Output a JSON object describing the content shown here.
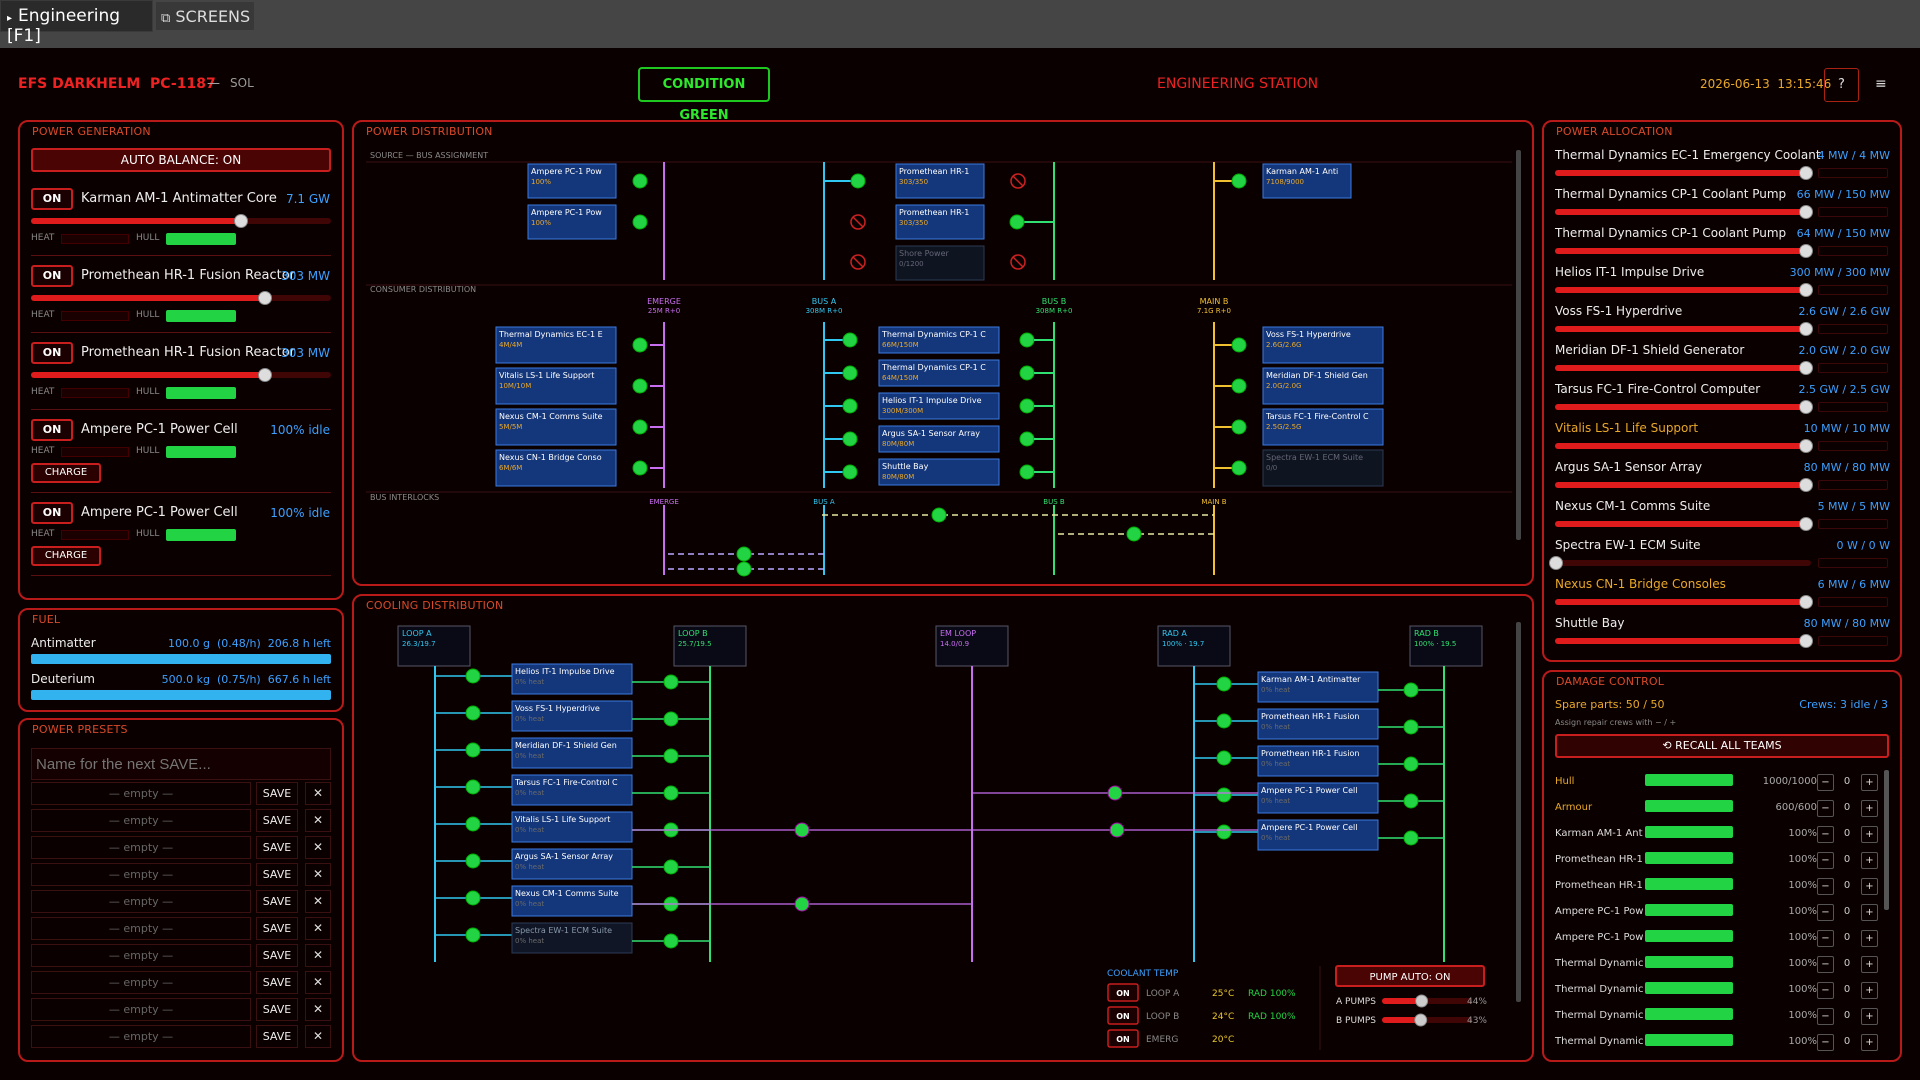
{
  "topbar": {
    "engineering": "Engineering",
    "key": "[F1]",
    "screens": "SCREENS"
  },
  "header": {
    "ship": "EFS DARKHELM  PC-1187",
    "dash": "—",
    "system": "SOL",
    "condition": "CONDITION GREEN",
    "station": "ENGINEERING STATION",
    "datetime": "2026-06-13  13:15:46",
    "help": "?",
    "menu": "≡"
  },
  "colors": {
    "accent": "#e01b1b",
    "green": "#22d444",
    "blue": "#3ba0ff",
    "gold": "#e8a82a"
  },
  "power_generation": {
    "title": "POWER GENERATION",
    "auto_balance": "AUTO BALANCE: ON",
    "heat_label": "HEAT",
    "hull_label": "HULL",
    "charge_label": "CHARGE",
    "generators": [
      {
        "state": "ON",
        "name": "Karman AM-1 Antimatter Core",
        "output": "7.1 GW",
        "slider": 0.7
      },
      {
        "state": "ON",
        "name": "Promethean HR-1 Fusion Reactor",
        "output": "303 MW",
        "slider": 0.78
      },
      {
        "state": "ON",
        "name": "Promethean HR-1 Fusion Reactor",
        "output": "303 MW",
        "slider": 0.78
      },
      {
        "state": "ON",
        "name": "Ampere PC-1 Power Cell",
        "output": "100%",
        "status": "idle"
      },
      {
        "state": "ON",
        "name": "Ampere PC-1 Power Cell",
        "output": "100%",
        "status": "idle"
      }
    ]
  },
  "fuel": {
    "title": "FUEL",
    "items": [
      {
        "name": "Antimatter",
        "value": "100.0 g  (0.48/h)  206.8 h left",
        "level": 1.0
      },
      {
        "name": "Deuterium",
        "value": "500.0 kg  (0.75/h)  667.6 h left",
        "level": 1.0
      }
    ]
  },
  "presets": {
    "title": "POWER PRESETS",
    "placeholder": "Name for the next SAVE...",
    "empty": "— empty —",
    "save": "SAVE",
    "delete": "✕",
    "count": 10
  },
  "distribution": {
    "title": "POWER DISTRIBUTION",
    "source_label": "SOURCE — BUS ASSIGNMENT",
    "consumer_label": "CONSUMER DISTRIBUTION",
    "interlock_label": "BUS INTERLOCKS",
    "sources": [
      {
        "name": "Ampere PC-1 Pow",
        "sub": "100%"
      },
      {
        "name": "Ampere PC-1 Pow",
        "sub": "100%"
      },
      {
        "name": "Promethean HR-1",
        "sub": "303/350"
      },
      {
        "name": "Promethean HR-1",
        "sub": "303/350"
      },
      {
        "name": "Shore Power",
        "sub": "0/1200"
      },
      {
        "name": "Karman AM-1 Anti",
        "sub": "7108/9000"
      }
    ],
    "buses": [
      {
        "name": "EMERGE",
        "sub": "25M  R+0",
        "color": "#c86ef0"
      },
      {
        "name": "BUS A",
        "sub": "308M  R+0",
        "color": "#30c8f0"
      },
      {
        "name": "BUS B",
        "sub": "308M  R+0",
        "color": "#30e070"
      },
      {
        "name": "MAIN B",
        "sub": "7.1G  R+0",
        "color": "#f0c030"
      }
    ],
    "consumers_left": [
      {
        "name": "Thermal Dynamics EC-1 E",
        "sub": "4M/4M"
      },
      {
        "name": "Vitalis LS-1 Life Support",
        "sub": "10M/10M"
      },
      {
        "name": "Nexus CM-1 Comms Suite",
        "sub": "5M/5M"
      },
      {
        "name": "Nexus CN-1 Bridge Conso",
        "sub": "6M/6M"
      }
    ],
    "consumers_mid": [
      {
        "name": "Thermal Dynamics CP-1 C",
        "sub": "66M/150M"
      },
      {
        "name": "Thermal Dynamics CP-1 C",
        "sub": "64M/150M"
      },
      {
        "name": "Helios IT-1 Impulse Drive",
        "sub": "300M/300M"
      },
      {
        "name": "Argus SA-1 Sensor Array",
        "sub": "80M/80M"
      },
      {
        "name": "Shuttle Bay",
        "sub": "80M/80M"
      }
    ],
    "consumers_right": [
      {
        "name": "Voss FS-1 Hyperdrive",
        "sub": "2.6G/2.6G"
      },
      {
        "name": "Meridian DF-1 Shield Gen",
        "sub": "2.0G/2.0G"
      },
      {
        "name": "Tarsus FC-1 Fire-Control C",
        "sub": "2.5G/2.5G"
      },
      {
        "name": "Spectra EW-1 ECM Suite",
        "sub": "0/0"
      }
    ],
    "interlocks": [
      "EMERGE",
      "BUS A",
      "BUS B",
      "MAIN B"
    ]
  },
  "cooling": {
    "title": "COOLING DISTRIBUTION",
    "loops": [
      {
        "name": "LOOP A",
        "sub": "26.3/19.7"
      },
      {
        "name": "LOOP B",
        "sub": "25.7/19.5"
      },
      {
        "name": "EM LOOP",
        "sub": "14.0/0.9"
      },
      {
        "name": "RAD A",
        "sub": "100% · 19.7"
      },
      {
        "name": "RAD B",
        "sub": "100% · 19.5"
      }
    ],
    "left_items": [
      {
        "name": "Helios IT-1 Impulse Drive",
        "sub": "0% heat"
      },
      {
        "name": "Voss FS-1 Hyperdrive",
        "sub": "0% heat"
      },
      {
        "name": "Meridian DF-1 Shield Gen",
        "sub": "0% heat"
      },
      {
        "name": "Tarsus FC-1 Fire-Control C",
        "sub": "0% heat"
      },
      {
        "name": "Vitalis LS-1 Life Support",
        "sub": "0% heat"
      },
      {
        "name": "Argus SA-1 Sensor Array",
        "sub": "0% heat"
      },
      {
        "name": "Nexus CM-1 Comms Suite",
        "sub": "0% heat"
      },
      {
        "name": "Spectra EW-1 ECM Suite",
        "sub": "0% heat"
      }
    ],
    "right_items": [
      {
        "name": "Karman AM-1 Antimatter",
        "sub": "0% heat"
      },
      {
        "name": "Promethean HR-1 Fusion",
        "sub": "0% heat"
      },
      {
        "name": "Promethean HR-1 Fusion",
        "sub": "0% heat"
      },
      {
        "name": "Ampere PC-1 Power Cell",
        "sub": "0% heat"
      },
      {
        "name": "Ampere PC-1 Power Cell",
        "sub": "0% heat"
      }
    ],
    "coolant_temp_label": "COOLANT TEMP",
    "coolant": [
      {
        "state": "ON",
        "loop": "LOOP A",
        "temp": "25°C",
        "rad": "RAD 100%"
      },
      {
        "state": "ON",
        "loop": "LOOP B",
        "temp": "24°C",
        "rad": "RAD 100%"
      },
      {
        "state": "ON",
        "loop": "EMERG",
        "temp": "20°C",
        "rad": ""
      }
    ],
    "pump_auto": "PUMP AUTO: ON",
    "pumps": [
      {
        "label": "A PUMPS",
        "value": "44%",
        "level": 0.44
      },
      {
        "label": "B PUMPS",
        "value": "43%",
        "level": 0.43
      }
    ]
  },
  "allocation": {
    "title": "POWER ALLOCATION",
    "items": [
      {
        "name": "Thermal Dynamics EC-1 Emergency Coolant",
        "value": "4 MW / 4 MW",
        "level": 1.0,
        "warn": false
      },
      {
        "name": "Thermal Dynamics CP-1 Coolant Pump",
        "value": "66 MW / 150 MW",
        "level": 1.0,
        "warn": false
      },
      {
        "name": "Thermal Dynamics CP-1 Coolant Pump",
        "value": "64 MW / 150 MW",
        "level": 1.0,
        "warn": false
      },
      {
        "name": "Helios IT-1 Impulse Drive",
        "value": "300 MW / 300 MW",
        "level": 1.0,
        "warn": false
      },
      {
        "name": "Voss FS-1 Hyperdrive",
        "value": "2.6 GW / 2.6 GW",
        "level": 1.0,
        "warn": false
      },
      {
        "name": "Meridian DF-1 Shield Generator",
        "value": "2.0 GW / 2.0 GW",
        "level": 1.0,
        "warn": false
      },
      {
        "name": "Tarsus FC-1 Fire-Control Computer",
        "value": "2.5 GW / 2.5 GW",
        "level": 1.0,
        "warn": false
      },
      {
        "name": "Vitalis LS-1 Life Support",
        "value": "10 MW / 10 MW",
        "level": 1.0,
        "warn": true
      },
      {
        "name": "Argus SA-1 Sensor Array",
        "value": "80 MW / 80 MW",
        "level": 1.0,
        "warn": false
      },
      {
        "name": "Nexus CM-1 Comms Suite",
        "value": "5 MW / 5 MW",
        "level": 1.0,
        "warn": false
      },
      {
        "name": "Spectra EW-1 ECM Suite",
        "value": "0 W / 0 W",
        "level": 0.0,
        "warn": false
      },
      {
        "name": "Nexus CN-1 Bridge Consoles",
        "value": "6 MW / 6 MW",
        "level": 1.0,
        "warn": true
      },
      {
        "name": "Shuttle Bay",
        "value": "80 MW / 80 MW",
        "level": 1.0,
        "warn": false
      }
    ]
  },
  "damage": {
    "title": "DAMAGE CONTROL",
    "spare": "Spare parts: 50 / 50",
    "crews": "Crews: 3 idle / 3",
    "hint": "Assign repair crews with − / +",
    "recall": "⟲ RECALL ALL TEAMS",
    "items": [
      {
        "name": "Hull",
        "value": "1000/1000",
        "crew": "0",
        "warn": true
      },
      {
        "name": "Armour",
        "value": "600/600",
        "crew": "0",
        "warn": true
      },
      {
        "name": "Karman AM-1 Ant",
        "value": "100%",
        "crew": "0",
        "warn": false
      },
      {
        "name": "Promethean HR-1",
        "value": "100%",
        "crew": "0",
        "warn": false
      },
      {
        "name": "Promethean HR-1",
        "value": "100%",
        "crew": "0",
        "warn": false
      },
      {
        "name": "Ampere PC-1 Pow",
        "value": "100%",
        "crew": "0",
        "warn": false
      },
      {
        "name": "Ampere PC-1 Pow",
        "value": "100%",
        "crew": "0",
        "warn": false
      },
      {
        "name": "Thermal Dynamic",
        "value": "100%",
        "crew": "0",
        "warn": false
      },
      {
        "name": "Thermal Dynamic",
        "value": "100%",
        "crew": "0",
        "warn": false
      },
      {
        "name": "Thermal Dynamic",
        "value": "100%",
        "crew": "0",
        "warn": false
      },
      {
        "name": "Thermal Dynamic",
        "value": "100%",
        "crew": "0",
        "warn": false
      }
    ]
  }
}
